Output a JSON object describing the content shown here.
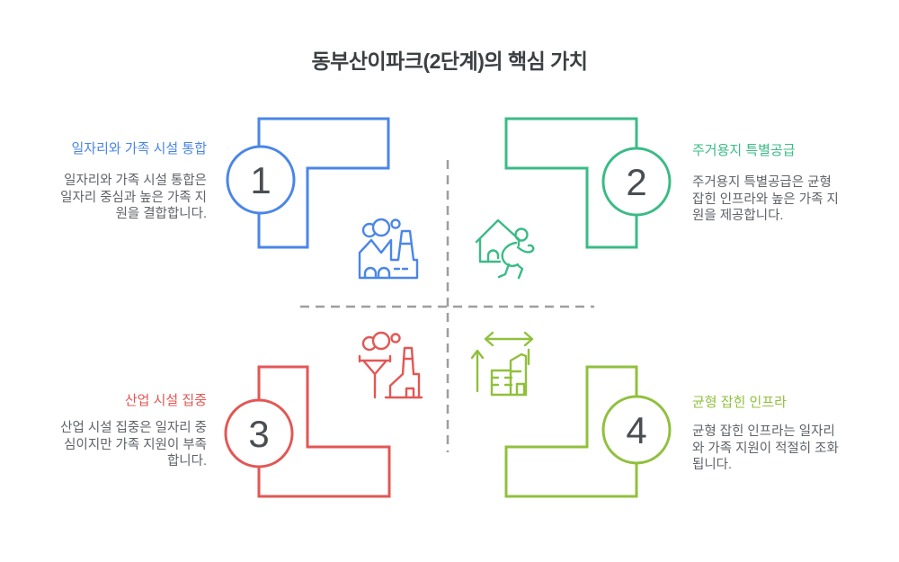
{
  "title": "동부산이파크(2단계)의 핵심 가치",
  "quadrants": [
    {
      "position": "top-left",
      "number": "1",
      "heading": "일자리와 가족 시설 통합",
      "body": "일자리와 가족 시설 통합은\n일자리 중심과 높은 가족 지\n원을 결합합니다.",
      "accent_color": "#4a86e8",
      "icon": "factory-icon"
    },
    {
      "position": "top-right",
      "number": "2",
      "heading": "주거용지 특별공급",
      "body": "주거용지 특별공급은 균형\n잡힌 인프라와 높은 가족 지\n원을 제공합니다.",
      "accent_color": "#3abb86",
      "icon": "house-family-icon"
    },
    {
      "position": "bottom-left",
      "number": "3",
      "heading": "산업 시설 집중",
      "body": "산업 시설 집중은 일자리 중\n심이지만 가족 지원이 부족\n합니다.",
      "accent_color": "#e25754",
      "icon": "industrial-factory-icon"
    },
    {
      "position": "bottom-right",
      "number": "4",
      "heading": "균형 잡힌 인프라",
      "body": "균형 잡힌 인프라는 일자리\n와 가족 지원이 적절히 조화\n됩니다.",
      "accent_color": "#90c03d",
      "icon": "balanced-building-icon"
    }
  ],
  "colors": {
    "title_text": "#3c4043",
    "body_text": "#5f6368",
    "number_text": "#4a4e53",
    "divider": "#9e9e9e",
    "background": "#ffffff"
  }
}
